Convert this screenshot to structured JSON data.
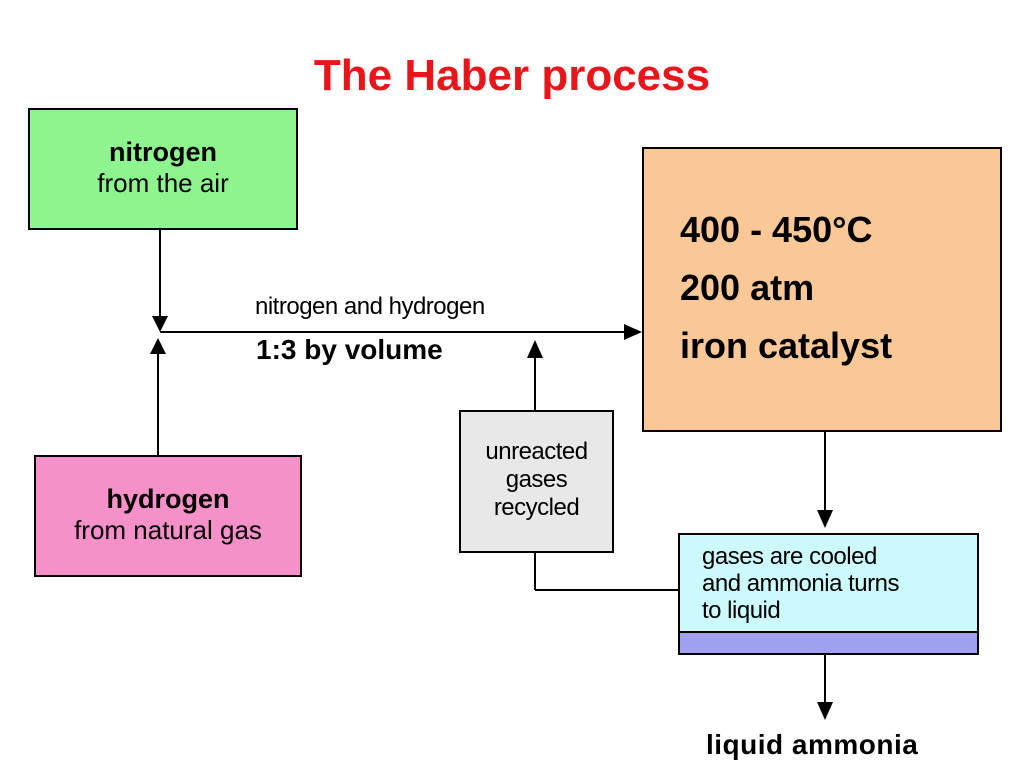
{
  "title": "The Haber process",
  "nodes": {
    "nitrogen": {
      "name": "nitrogen",
      "source": "from the air"
    },
    "hydrogen": {
      "name": "hydrogen",
      "source": "from natural gas"
    },
    "conditions": {
      "temperature": "400 - 450°C",
      "pressure": "200 atm",
      "catalyst": "iron catalyst"
    },
    "recycled": {
      "lines": [
        "unreacted",
        "gases",
        "recycled"
      ]
    },
    "cooling": {
      "lines": [
        "gases are cooled",
        "and ammonia turns",
        "to liquid"
      ]
    }
  },
  "edges": {
    "mix_label": "nitrogen and hydrogen",
    "ratio_label": "1:3 by volume",
    "product": "liquid ammonia"
  },
  "colors": {
    "title": "#e8161a",
    "nitrogen_box": "#8ef58e",
    "hydrogen_box": "#f590c8",
    "conditions_box": "#fac896",
    "recycled_box": "#e8e8e8",
    "cooling_box": "#ccf9fb",
    "liquid_band": "#a0a0f0"
  }
}
